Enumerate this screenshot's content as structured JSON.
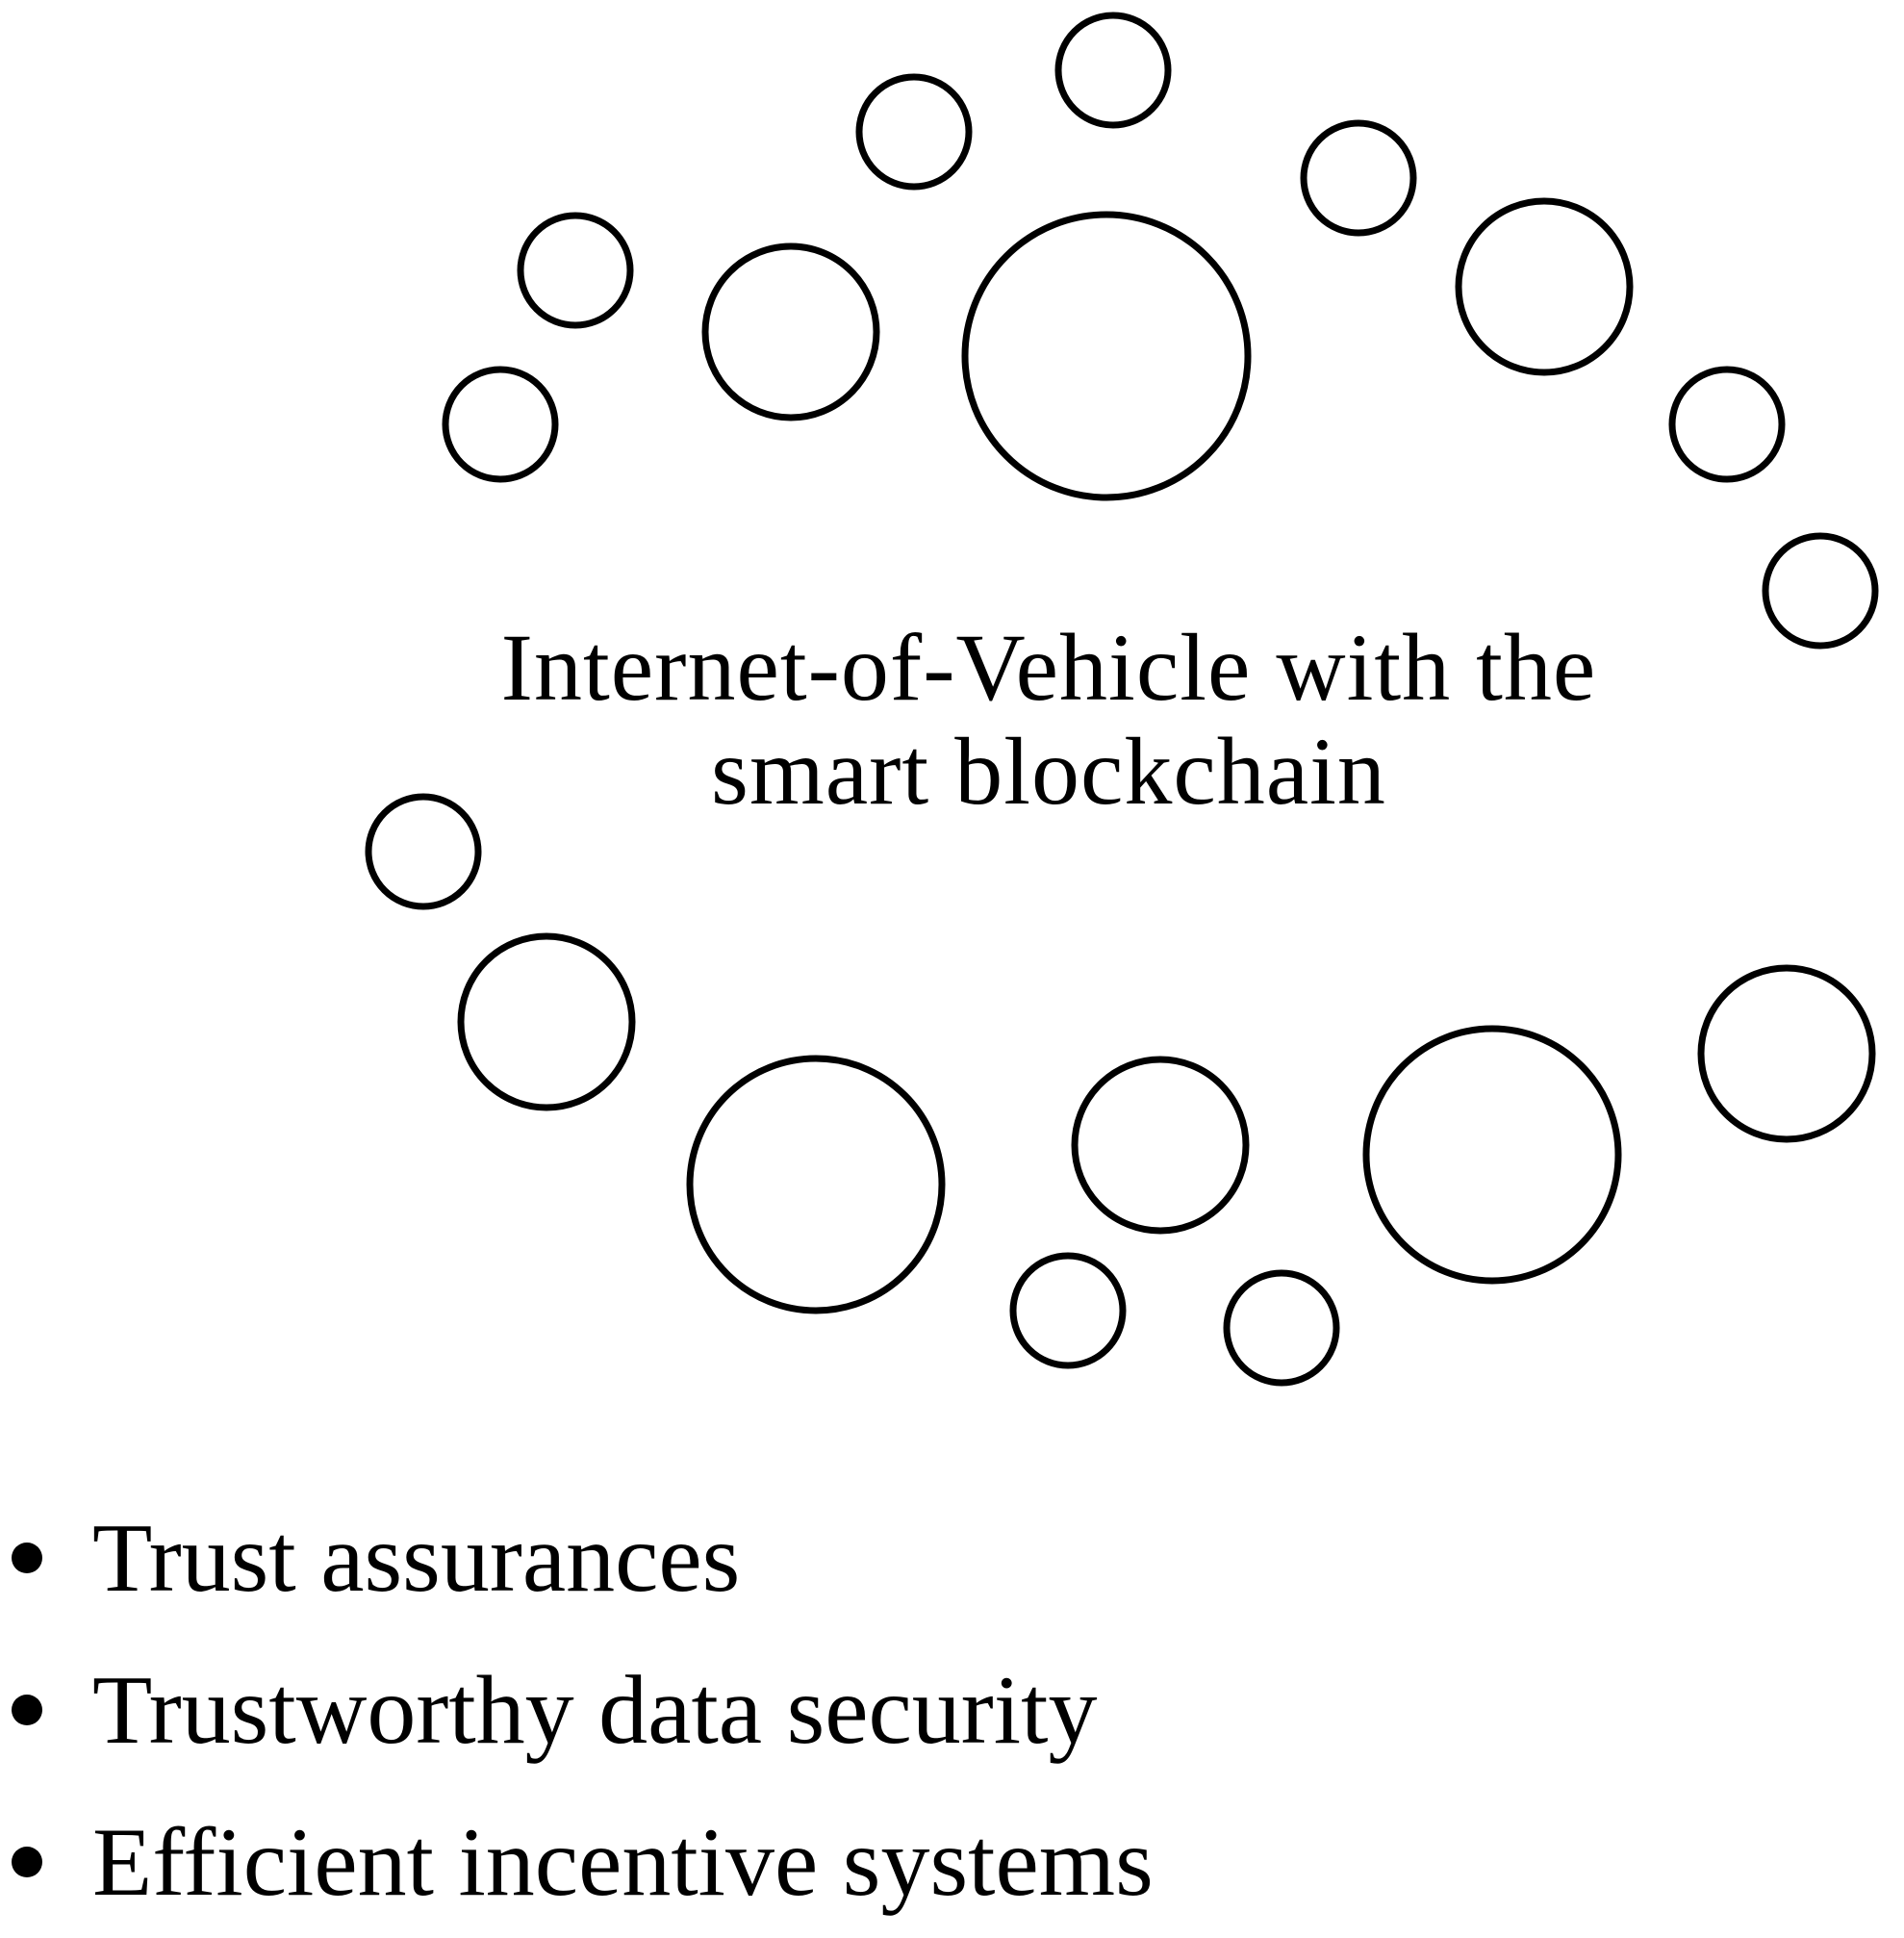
{
  "diagram": {
    "center_label_line1": "Internet-of-Vehicle with the",
    "center_label_line2": "smart blockchain",
    "stroke_color": "#000000",
    "background_color": "#ffffff"
  },
  "features": [
    {
      "label": "Trust assurances"
    },
    {
      "label": "Trustworthy data security"
    },
    {
      "label": "Efficient incentive systems"
    }
  ]
}
